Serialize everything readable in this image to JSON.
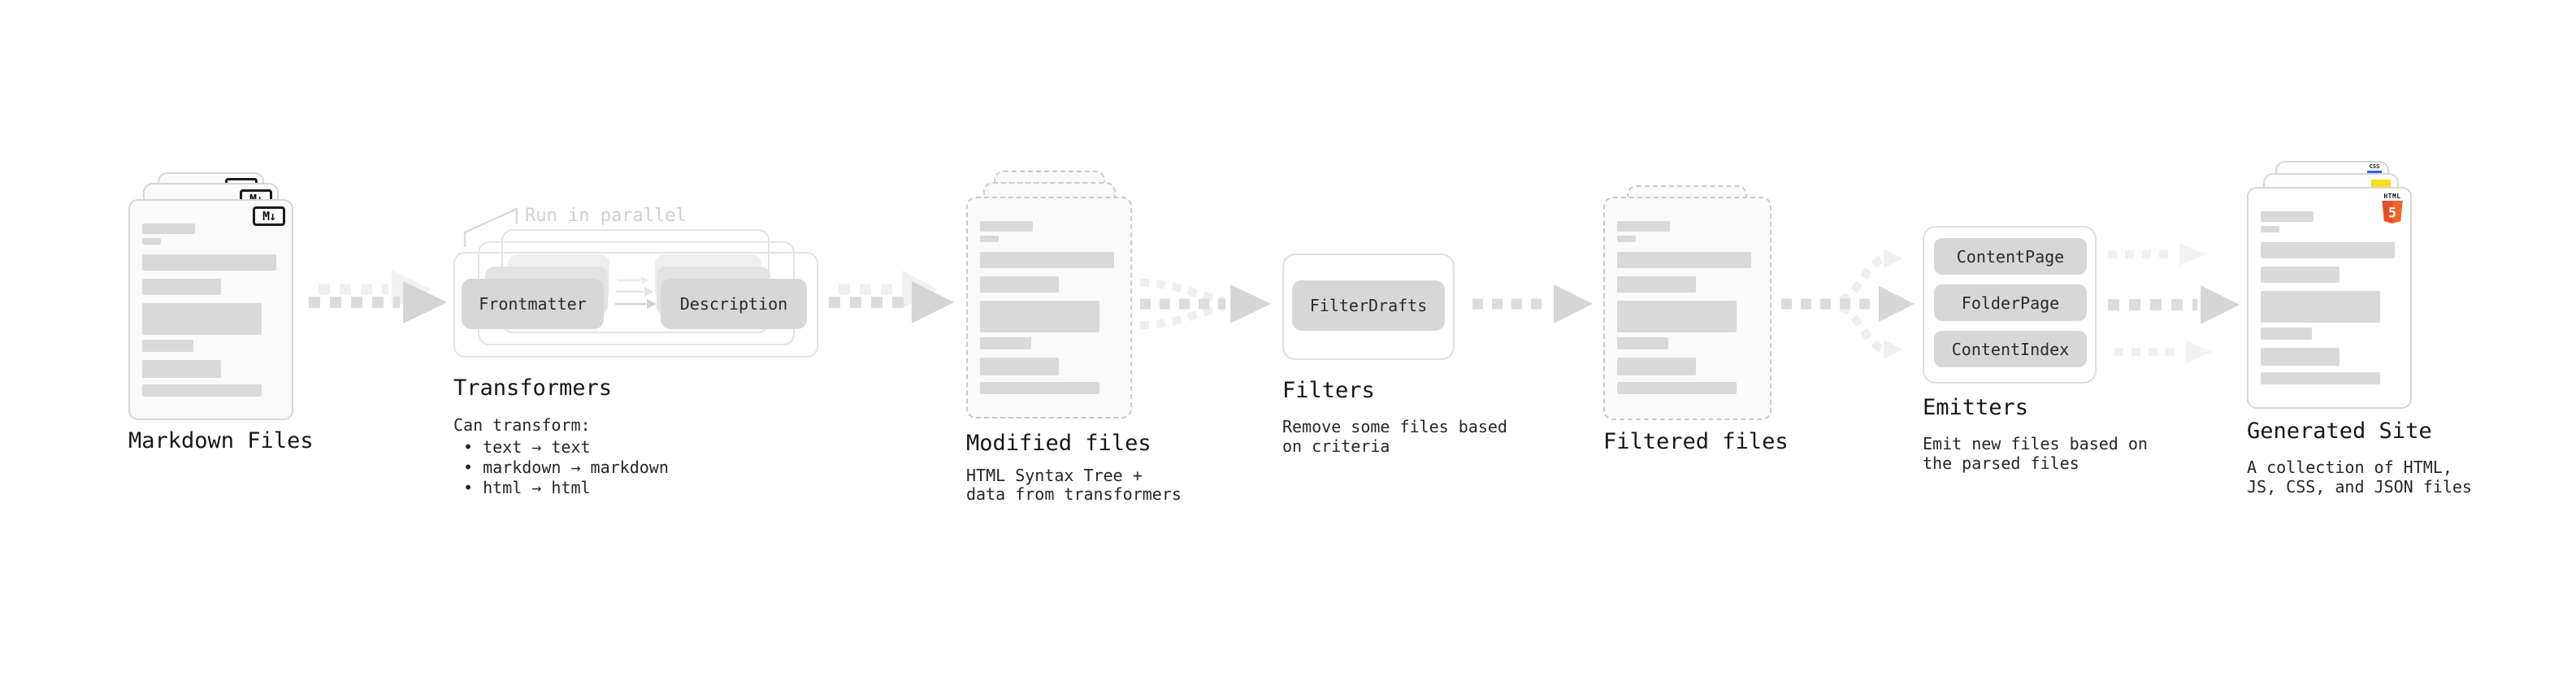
{
  "colors": {
    "accent_html5": "#e44d26",
    "accent_js": "#f7df1e",
    "accent_css": "#2965f1",
    "node_fill": "#d7d7d7",
    "bar_fill": "#d9d9d9"
  },
  "stages": {
    "markdown_files": {
      "label": "Markdown Files",
      "file_badge": "M↓"
    },
    "transformers": {
      "label": "Transformers",
      "annotation": "Run in parallel",
      "nodes": [
        "Frontmatter",
        "Description"
      ],
      "note_heading": "Can transform:",
      "note_items": [
        "• text → text",
        "• markdown → markdown",
        "• html → html"
      ]
    },
    "modified_files": {
      "label": "Modified files",
      "subtitle": [
        "HTML Syntax Tree +",
        "data from transformers"
      ]
    },
    "filters": {
      "label": "Filters",
      "nodes": [
        "FilterDrafts"
      ],
      "subtitle": [
        "Remove some files based",
        "on criteria"
      ]
    },
    "filtered_files": {
      "label": "Filtered files"
    },
    "emitters": {
      "label": "Emitters",
      "nodes": [
        "ContentPage",
        "FolderPage",
        "ContentIndex"
      ],
      "subtitle": [
        "Emit new files based on",
        "the parsed files"
      ]
    },
    "generated_site": {
      "label": "Generated Site",
      "subtitle": [
        "A collection of HTML,",
        "JS, CSS, and JSON files"
      ],
      "badges": {
        "css": "CSS",
        "html_caption": "HTML",
        "html_number": "5"
      }
    }
  }
}
